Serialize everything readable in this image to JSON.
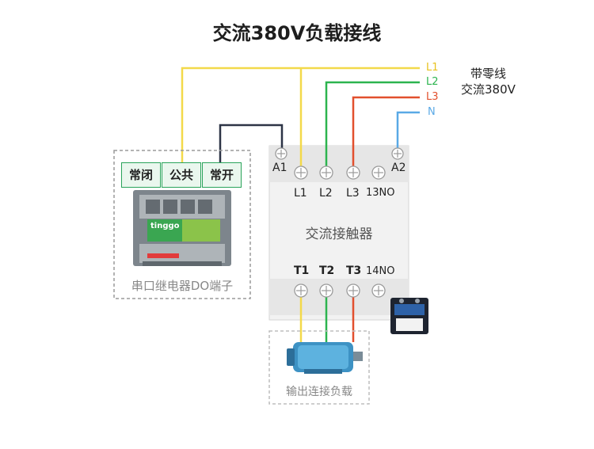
{
  "title": "交流380V负载接线",
  "supply": {
    "lines": [
      {
        "label": "L1",
        "color": "#f3d94a"
      },
      {
        "label": "L2",
        "color": "#2cb44f"
      },
      {
        "label": "L3",
        "color": "#e2502e"
      },
      {
        "label": "N",
        "color": "#5aa9e6"
      }
    ],
    "note_line1": "带零线",
    "note_line2": "交流380V"
  },
  "contactor": {
    "name": "交流接触器",
    "top_terminals": [
      "A1",
      "L1",
      "L2",
      "L3",
      "13NO",
      "A2"
    ],
    "bottom_terminals": [
      "T1",
      "T2",
      "T3",
      "14NO"
    ]
  },
  "relay": {
    "cells": [
      "常闭",
      "公共",
      "常开"
    ],
    "brand": "tinggo",
    "caption": "串口继电器DO端子"
  },
  "load": {
    "caption": "输出连接负载"
  },
  "colors": {
    "yellow": "#f3d94a",
    "green": "#2cb44f",
    "red": "#e2502e",
    "blue": "#5aa9e6",
    "dark": "#2d3446"
  }
}
